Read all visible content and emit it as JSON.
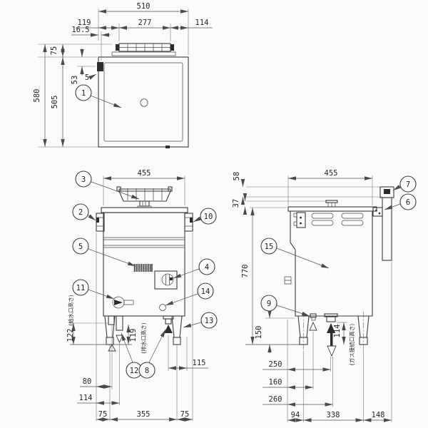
{
  "drawing": {
    "callouts": {
      "c1": "1",
      "c2": "2",
      "c3": "3",
      "c4": "4",
      "c5": "5",
      "c6": "6",
      "c7": "7",
      "c8": "8",
      "c9": "9",
      "c10": "10",
      "c11": "11",
      "c12": "12",
      "c13": "13",
      "c14": "14",
      "c15": "15"
    },
    "top_view": {
      "dims": {
        "overall_width": "510",
        "left_segment": "119",
        "flue_width": "277",
        "right_segment": "114",
        "inlet_offset": "16.5",
        "flue_depth": "75",
        "overall_depth": "580",
        "body_depth": "505",
        "inlet_down": "53",
        "inlet_side": "5"
      }
    },
    "front_view": {
      "dims": {
        "body_width": "455",
        "supply_height": "122",
        "supply_height_note": "(給水口高さ)",
        "drain_height": "119",
        "drain_height_note": "(排水口高さ)",
        "gas_from_right": "115",
        "supply_from_left": "80",
        "drain_from_left": "114",
        "leg_left": "75",
        "leg_span": "355",
        "leg_right": "75"
      }
    },
    "side_view": {
      "dims": {
        "body_depth": "455",
        "cap_height": "58",
        "knob_height": "37",
        "total_height": "770",
        "under_clearance": "150",
        "gas_height": "114",
        "gas_height_note": "(ガス接続口高さ)",
        "gas_depth": "250",
        "supply_depth": "160",
        "drain_depth": "260",
        "front_leg": "94",
        "leg_span": "338",
        "rear_overhang": "148"
      }
    }
  }
}
